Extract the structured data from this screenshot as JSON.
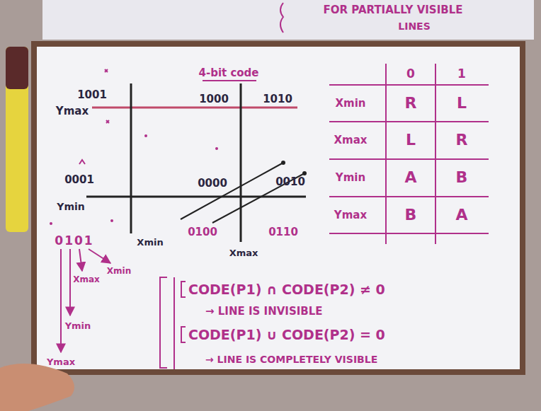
{
  "diagram": {
    "title": "4-bit code",
    "labels": [
      "FOR PARTIALLY VISIBLE",
      "LINES",
      "1001",
      "1000",
      "1010",
      "Ymax",
      "0001",
      "Ymin",
      "0000",
      "0010",
      "0101",
      "Xmin",
      "0100",
      "0110",
      "Xmax",
      "Xmax",
      "Xmin",
      "Ymin",
      "Ymax",
      "CODE(P1) ∩ CODE(P2) ≠ 0",
      "→ LINE IS INVISIBLE",
      "CODE(P1) ∪ CODE(P2) = 0",
      "→ LINE IS COMPLETELY VISIBLE",
      "0",
      "1",
      "Xmin",
      "R",
      "L",
      "Xmax",
      "L",
      "R",
      "Ymin",
      "A",
      "B",
      "Ymax",
      "B",
      "A"
    ]
  }
}
